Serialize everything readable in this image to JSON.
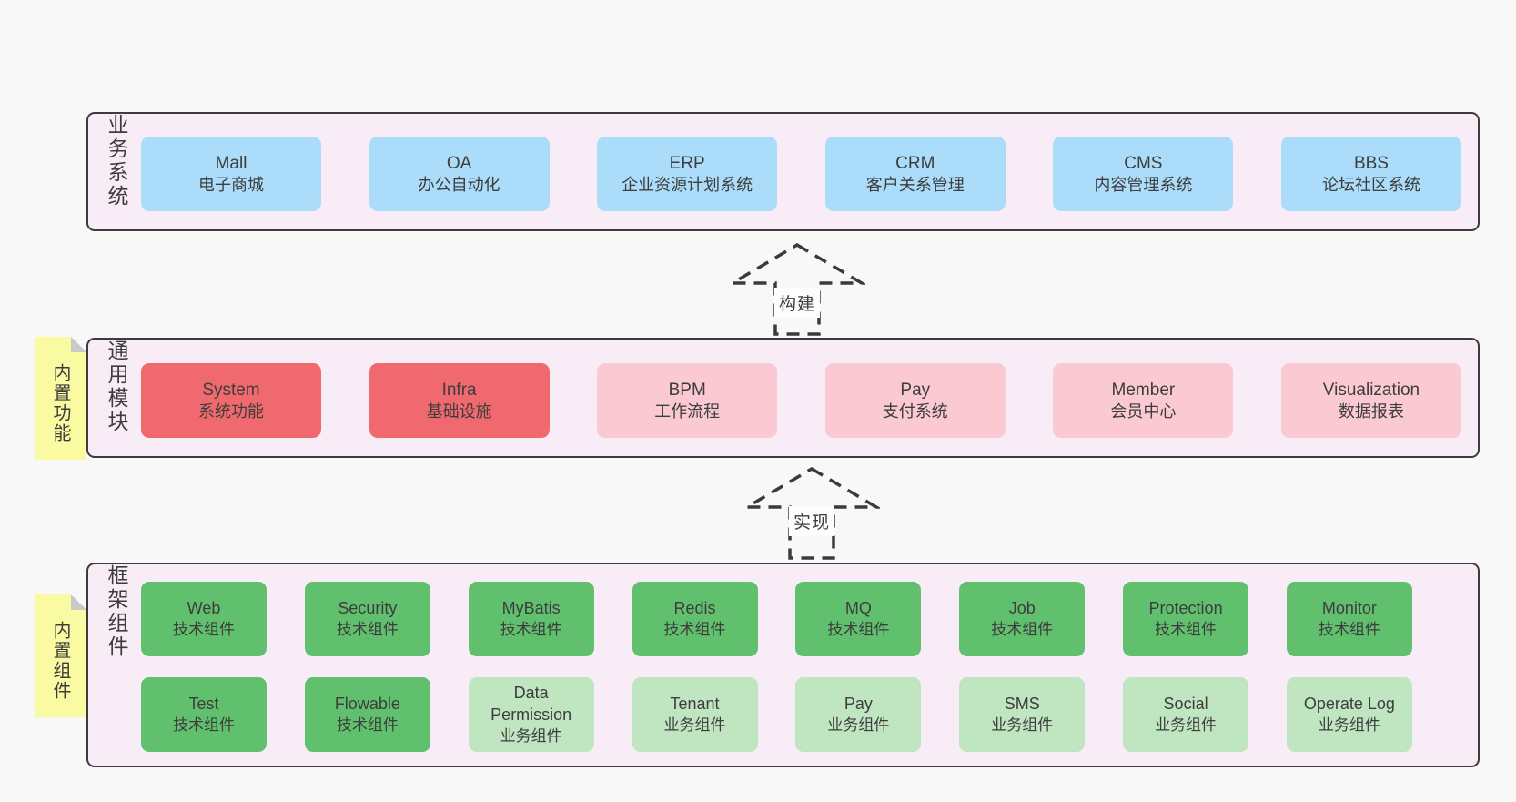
{
  "colors": {
    "page_bg": "#f8f8f8",
    "band_bg": "#f8edf6",
    "band_border": "#3c3c3c",
    "blue": "#abddfb",
    "red": "#f0696e",
    "pink": "#fbc9d2",
    "green": "#60c06d",
    "green_light": "#c0e5c1",
    "yellow": "#fafaa2",
    "fold_gray": "#c9c9c9",
    "text": "#3d3d3d"
  },
  "bands": [
    {
      "label": "业务系统",
      "boxes": [
        {
          "title": "Mall",
          "subtitle": "电子商城"
        },
        {
          "title": "OA",
          "subtitle": "办公自动化"
        },
        {
          "title": "ERP",
          "subtitle": "企业资源计划系统"
        },
        {
          "title": "CRM",
          "subtitle": "客户关系管理"
        },
        {
          "title": "CMS",
          "subtitle": "内容管理系统"
        },
        {
          "title": "BBS",
          "subtitle": "论坛社区系统"
        }
      ]
    },
    {
      "sticky": "内置功能",
      "label": "通用模块",
      "boxes": [
        {
          "title": "System",
          "subtitle": "系统功能"
        },
        {
          "title": "Infra",
          "subtitle": "基础设施"
        },
        {
          "title": "BPM",
          "subtitle": "工作流程"
        },
        {
          "title": "Pay",
          "subtitle": "支付系统"
        },
        {
          "title": "Member",
          "subtitle": "会员中心"
        },
        {
          "title": "Visualization",
          "subtitle": "数据报表"
        }
      ]
    },
    {
      "sticky": "内置组件",
      "label": "框架组件",
      "rows": [
        [
          {
            "title": "Web",
            "subtitle": "技术组件"
          },
          {
            "title": "Security",
            "subtitle": "技术组件"
          },
          {
            "title": "MyBatis",
            "subtitle": "技术组件"
          },
          {
            "title": "Redis",
            "subtitle": "技术组件"
          },
          {
            "title": "MQ",
            "subtitle": "技术组件"
          },
          {
            "title": "Job",
            "subtitle": "技术组件"
          },
          {
            "title": "Protection",
            "subtitle": "技术组件"
          },
          {
            "title": "Monitor",
            "subtitle": "技术组件"
          }
        ],
        [
          {
            "title": "Test",
            "subtitle": "技术组件"
          },
          {
            "title": "Flowable",
            "subtitle": "技术组件"
          },
          {
            "title": "Data Permission",
            "subtitle": "业务组件"
          },
          {
            "title": "Tenant",
            "subtitle": "业务组件"
          },
          {
            "title": "Pay",
            "subtitle": "业务组件"
          },
          {
            "title": "SMS",
            "subtitle": "业务组件"
          },
          {
            "title": "Social",
            "subtitle": "业务组件"
          },
          {
            "title": "Operate Log",
            "subtitle": "业务组件"
          }
        ]
      ]
    }
  ],
  "arrows": [
    {
      "label": "构建"
    },
    {
      "label": "实现"
    }
  ]
}
